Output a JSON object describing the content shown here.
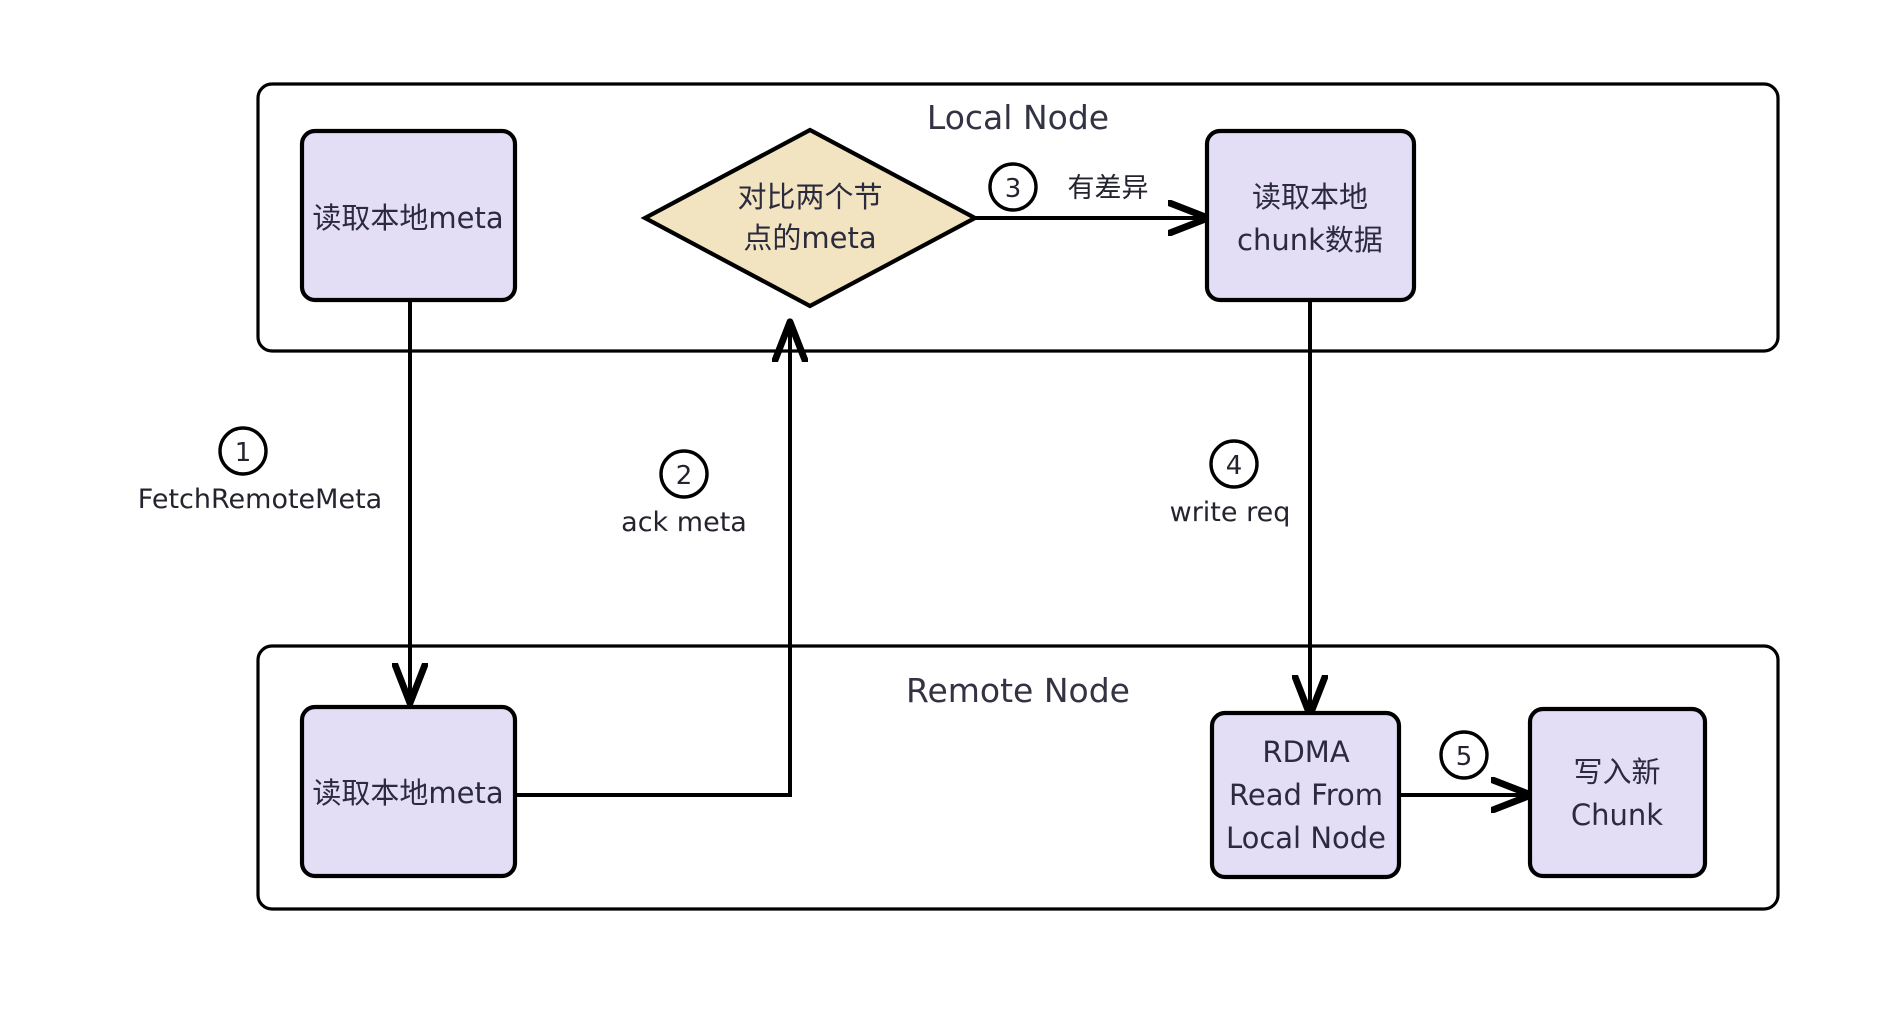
{
  "diagram": {
    "title": "Local Node / Remote Node chunk sync flow",
    "background": "#ffffff",
    "colors": {
      "process_fill": "#e4ddf6",
      "decision_fill": "#f2e4c0",
      "stroke": "#000000",
      "cluster_fill": "#ffffff",
      "text": "#2b2b3d"
    }
  },
  "clusters": [
    {
      "id": "local",
      "title": "Local Node"
    },
    {
      "id": "remote",
      "title": "Remote Node"
    }
  ],
  "nodes": {
    "local_read_meta": {
      "label": "读取本地meta",
      "shape": "rounded-rect",
      "cluster": "local"
    },
    "compare_meta": {
      "line1": "对比两个节",
      "line2": "点的meta",
      "shape": "diamond",
      "cluster": "local"
    },
    "local_read_chunk": {
      "line1": "读取本地",
      "line2": "chunk数据",
      "shape": "rounded-rect",
      "cluster": "local"
    },
    "remote_read_meta": {
      "label": "读取本地meta",
      "shape": "rounded-rect",
      "cluster": "remote"
    },
    "rdma_read": {
      "line1": "RDMA",
      "line2": "Read From",
      "line3": "Local Node",
      "shape": "rounded-rect",
      "cluster": "remote"
    },
    "write_chunk": {
      "line1": "写入新",
      "line2": "Chunk",
      "shape": "rounded-rect",
      "cluster": "remote"
    }
  },
  "edges": [
    {
      "id": "e1",
      "badge": "1",
      "label": "FetchRemoteMeta",
      "from": "local_read_meta",
      "to": "remote_read_meta"
    },
    {
      "id": "e2",
      "badge": "2",
      "label": "ack meta",
      "from": "remote_read_meta",
      "to": "compare_meta"
    },
    {
      "id": "e3",
      "badge": "3",
      "label": "有差异",
      "from": "compare_meta",
      "to": "local_read_chunk"
    },
    {
      "id": "e4",
      "badge": "4",
      "label": "write req",
      "from": "local_read_chunk",
      "to": "rdma_read"
    },
    {
      "id": "e5",
      "badge": "5",
      "label": "",
      "from": "rdma_read",
      "to": "write_chunk"
    }
  ]
}
